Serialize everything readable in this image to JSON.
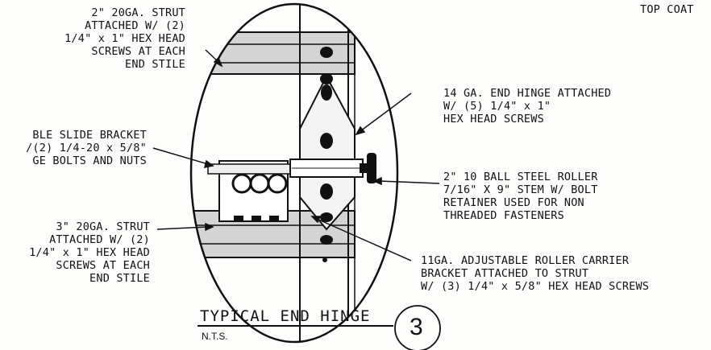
{
  "labels": {
    "top_coat": "TOP COAT",
    "strut_2in": "2\" 20GA. STRUT\nATTACHED W/ (2)\n1/4\" x 1\" HEX HEAD\nSCREWS AT EACH\nEND STILE",
    "slide_bracket": "BLE SLIDE BRACKET\n/(2) 1/4-20 x 5/8\"\nGE BOLTS AND NUTS",
    "strut_3in": "3\" 20GA. STRUT\nATTACHED W/ (2)\n1/4\" x 1\" HEX HEAD\nSCREWS AT EACH\nEND STILE",
    "end_hinge": "14 GA. END HINGE ATTACHED\nW/ (5) 1/4\" x 1\"\nHEX HEAD SCREWS",
    "ball_roller": "2\" 10 BALL STEEL ROLLER\n7/16\" X 9\" STEM W/ BOLT\nRETAINER USED FOR NON\nTHREADED FASTENERS",
    "roller_carrier": "11GA. ADJUSTABLE ROLLER CARRIER\nBRACKET ATTACHED TO STRUT\nW/ (3) 1/4\" x 5/8\" HEX HEAD SCREWS"
  },
  "title_block": {
    "title": "TYPICAL END HINGE",
    "scale": "N.T.S.",
    "detail_number": "3"
  }
}
